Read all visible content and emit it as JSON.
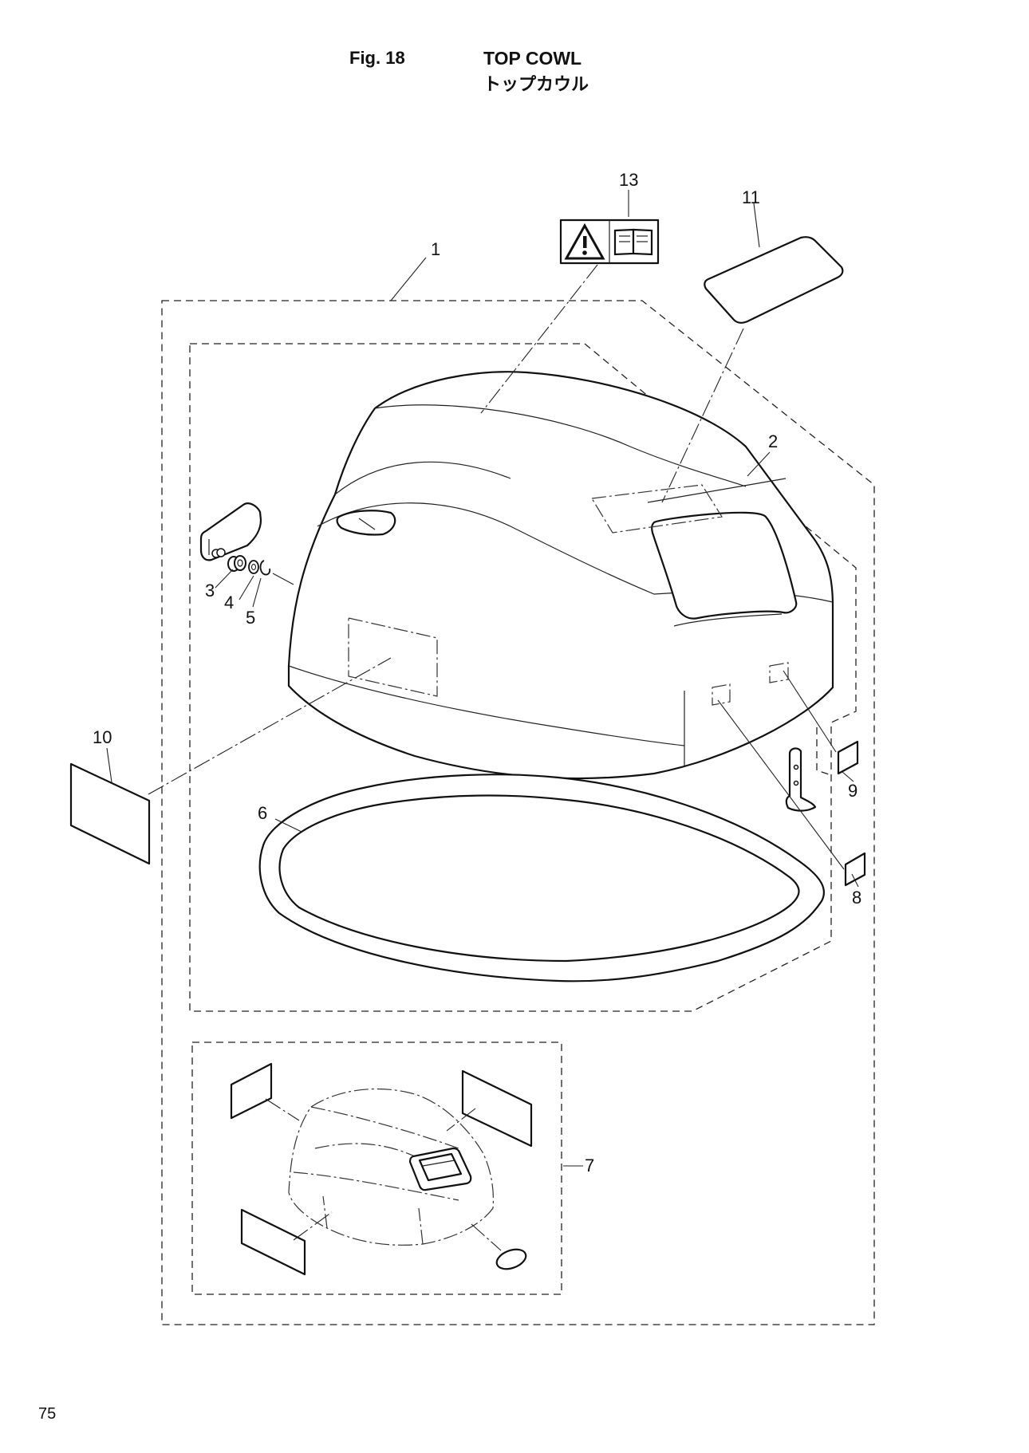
{
  "header": {
    "fig_label": "Fig. 18",
    "title_en": "TOP COWL",
    "title_ja": "トップカウル"
  },
  "callouts": {
    "c1": "1",
    "c2": "2",
    "c3": "3",
    "c4": "4",
    "c5": "5",
    "c6": "6",
    "c7": "7",
    "c8": "8",
    "c9": "9",
    "c10": "10",
    "c11": "11",
    "c13": "13"
  },
  "footer": {
    "page_number": "75"
  }
}
